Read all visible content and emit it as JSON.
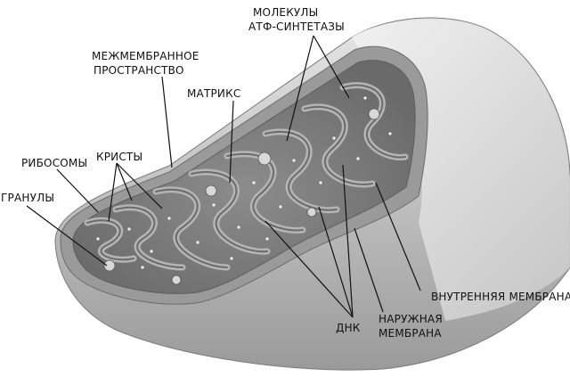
{
  "diagram": {
    "labels": {
      "atp_synthase_line1": "МОЛЕКУЛЫ",
      "atp_synthase_line2": "АТФ-СИНТЕТАЗЫ",
      "intermembrane_line1": "МЕЖМЕМБРАННОЕ",
      "intermembrane_line2": "ПРОСТРАНСТВО",
      "matrix": "МАТРИКС",
      "cristae": "КРИСТЫ",
      "ribosomes": "РИБОСОМЫ",
      "granules": "ГРАНУЛЫ",
      "inner_membrane": "ВНУТРЕННЯЯ МЕМБРАНА",
      "outer_membrane_line1": "НАРУЖНАЯ",
      "outer_membrane_line2": "МЕМБРАНА",
      "dna": "ДНК"
    },
    "colors": {
      "outer_shell": "#b9b9b9",
      "shell_light": "#e2e2e2",
      "inner_rim": "#8a8a8a",
      "matrix": "#787878",
      "crista_membrane": "#a8a8a8",
      "leader_line": "#111111"
    }
  }
}
